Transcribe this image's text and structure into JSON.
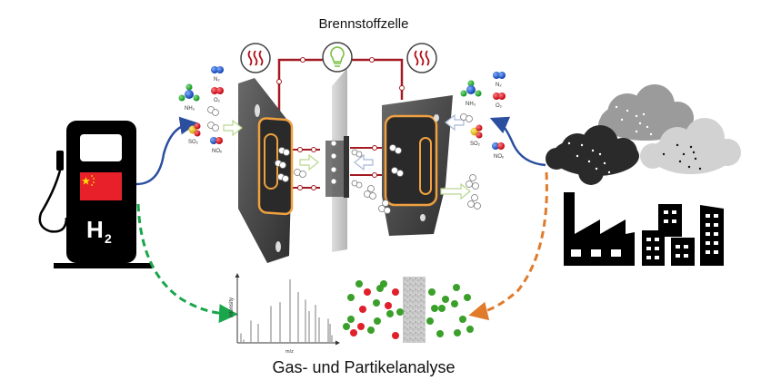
{
  "diagram": {
    "fuel_cell_title": "Brennstoffzelle",
    "analysis_title": "Gas- und Partikelanalyse"
  },
  "fuel_station": {
    "label": "H",
    "subscript": "2",
    "flag": "china-flag-icon"
  },
  "molecules_left": [
    {
      "label": "N₂",
      "type": "n2"
    },
    {
      "label": "O₂",
      "type": "o2"
    },
    {
      "label": "NH₃",
      "type": "nh3"
    },
    {
      "label": "SO₂",
      "type": "so2"
    },
    {
      "label": "NOₓ",
      "type": "nox"
    }
  ],
  "molecules_right": [
    {
      "label": "N₂",
      "type": "n2"
    },
    {
      "label": "O₂",
      "type": "o2"
    },
    {
      "label": "NH₃",
      "type": "nh3"
    },
    {
      "label": "SO₂",
      "type": "so2"
    },
    {
      "label": "NOₓ",
      "type": "nox"
    }
  ],
  "circuit": {
    "icons": [
      "heat-icon",
      "light-bulb-icon",
      "heat-icon"
    ]
  },
  "spectrum": {
    "ylabel": "intensity",
    "xlabel": "m/z",
    "peaks": [
      0.15,
      0.05,
      0.35,
      0.3,
      0.58,
      0.64,
      1.0,
      0.8,
      0.68,
      0.5,
      0.6,
      0.4,
      0.38,
      0.3,
      0.12
    ]
  },
  "particles": {
    "left_red": 7,
    "left_green": 11,
    "right_green": 12
  },
  "colors": {
    "arrow_blue": "#2b4f9e",
    "arrow_green": "#1aa64a",
    "arrow_orange": "#e07b2c",
    "circuit_red": "#a31a22",
    "gasket_orange": "#f0a040",
    "particle_red": "#e0202a",
    "particle_green": "#3aa02a",
    "flag_red": "#e8202a",
    "flag_star": "#ffde00"
  }
}
